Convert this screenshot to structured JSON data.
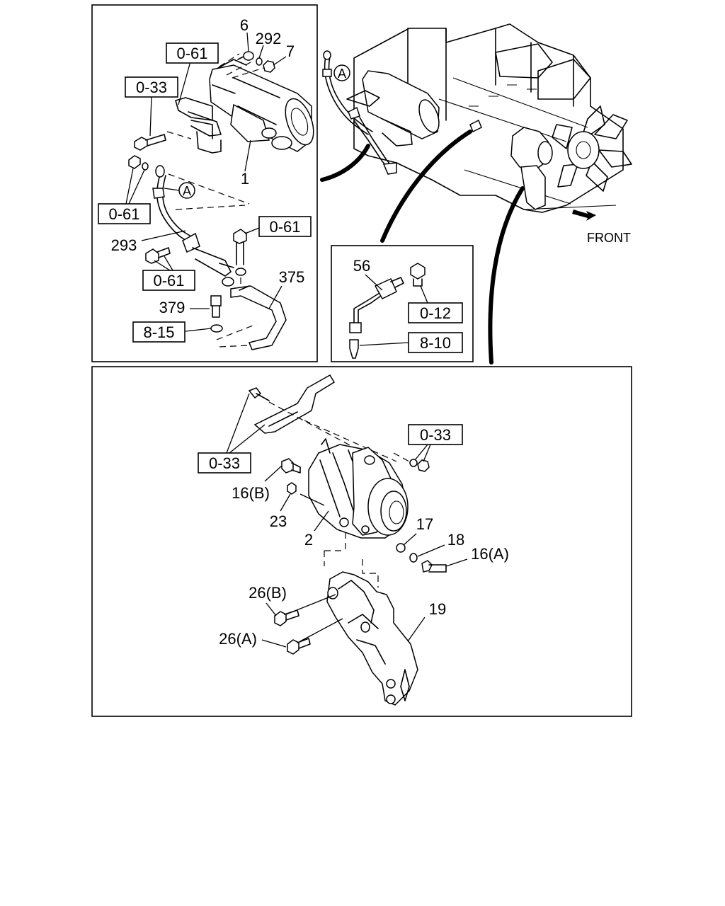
{
  "panels": {
    "starter": {
      "refs": [
        "0-61",
        "0-33",
        "0-61",
        "0-61",
        "0-61",
        "8-15"
      ],
      "parts": [
        "6",
        "292",
        "7",
        "1",
        "293",
        "379",
        "375"
      ],
      "callout": "A"
    },
    "engine": {
      "callout": "A",
      "direction_label": "FRONT"
    },
    "sensor": {
      "parts": [
        "56"
      ],
      "refs": [
        "0-12",
        "8-10"
      ]
    },
    "alternator": {
      "refs": [
        "0-33",
        "0-33"
      ],
      "parts": [
        "16(B)",
        "23",
        "2",
        "17",
        "18",
        "16(A)",
        "26(B)",
        "26(A)",
        "19"
      ]
    }
  }
}
